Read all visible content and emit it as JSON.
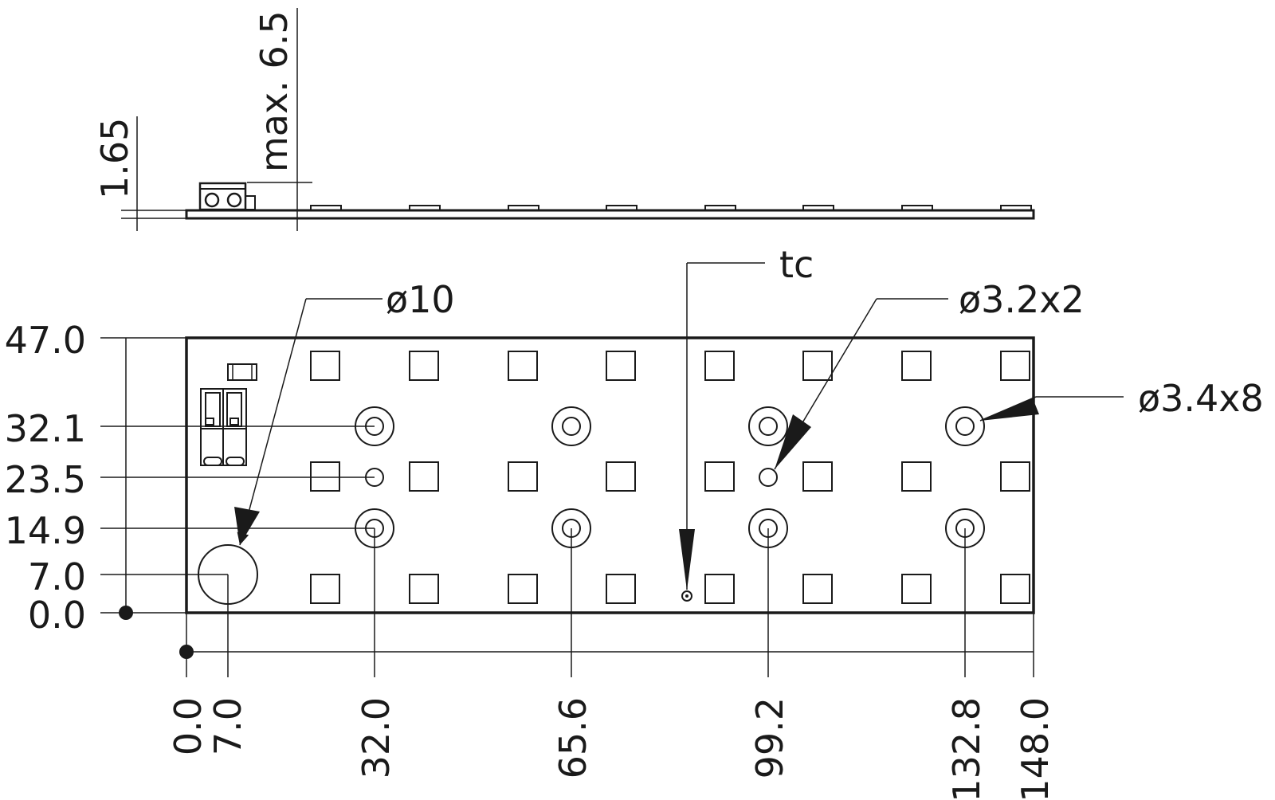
{
  "side_view": {
    "dim_thickness": "1.65",
    "dim_max_height": "max. 6.5"
  },
  "top_view": {
    "y_labels": [
      "47.0",
      "32.1",
      "23.5",
      "14.9",
      "7.0",
      "0.0"
    ],
    "x_labels": [
      "0.0",
      "7.0",
      "32.0",
      "65.6",
      "99.2",
      "132.8",
      "148.0"
    ],
    "callouts": {
      "big_hole": "ø10",
      "tc_point": "tc",
      "small_holes": "ø3.2x2",
      "mount_holes": "ø3.4x8"
    }
  }
}
